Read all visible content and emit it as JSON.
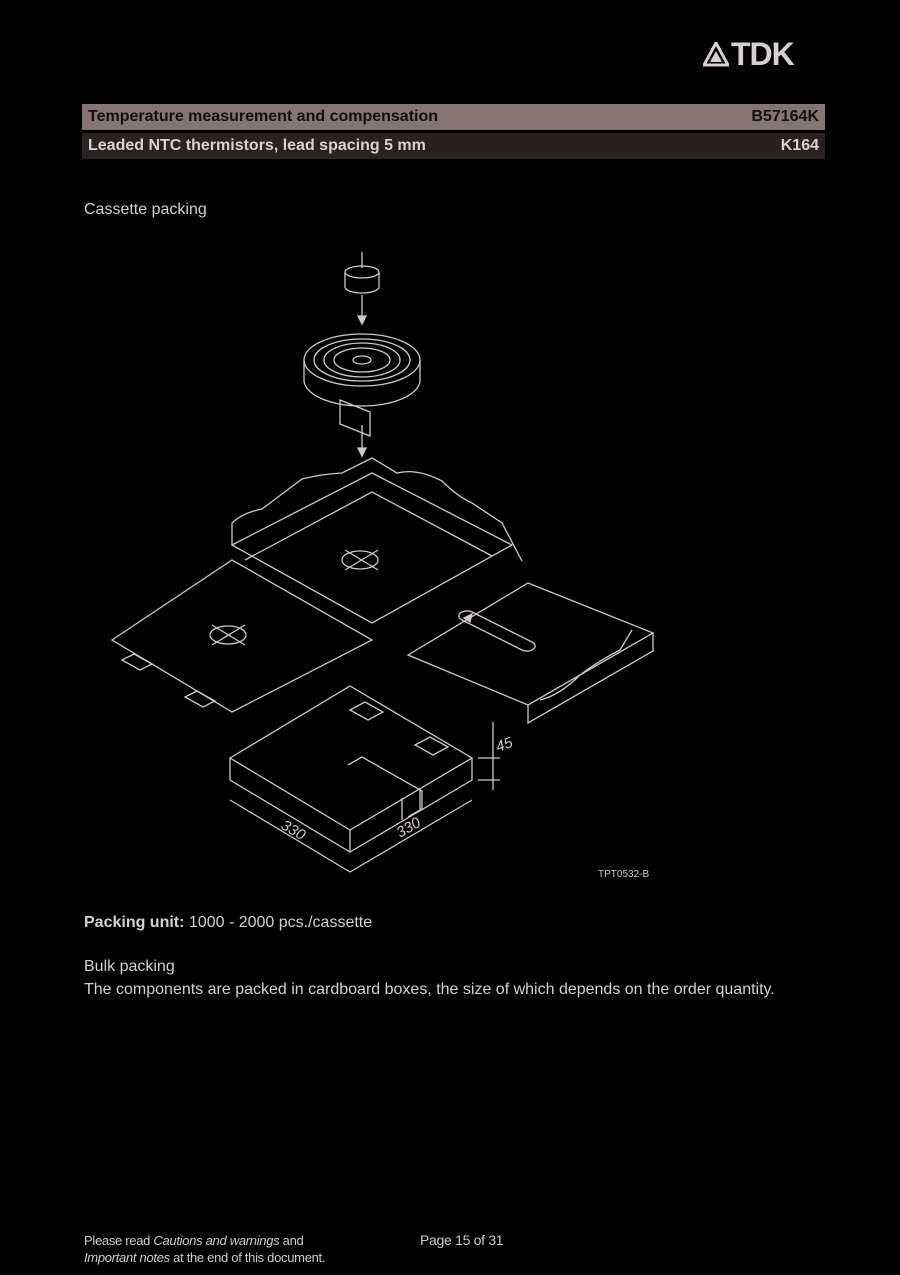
{
  "logo": {
    "text": "TDK"
  },
  "header": {
    "row1": {
      "title": "Temperature measurement and compensation",
      "code": "B57164K"
    },
    "row2": {
      "title": "Leaded NTC thermistors, lead spacing 5 mm",
      "code": "K164"
    }
  },
  "section1": {
    "title": "Cassette packing"
  },
  "figure": {
    "dim_height": "45",
    "dim_width1": "330",
    "dim_width2": "330",
    "figure_id": "TPT0532-B"
  },
  "packing_unit": {
    "label": "Packing unit:",
    "value": " 1000 - 2000 pcs./cassette"
  },
  "section2": {
    "title": "Bulk packing",
    "text": "The components are packed in cardboard boxes, the size of which depends on the order quantity."
  },
  "footer": {
    "line1_a": "Please read ",
    "line1_italic": "Cautions and warnings",
    "line1_b": " and",
    "line2_italic": "Important notes",
    "line2_b": " at the end of this document.",
    "page": "Page 15 of 31"
  }
}
